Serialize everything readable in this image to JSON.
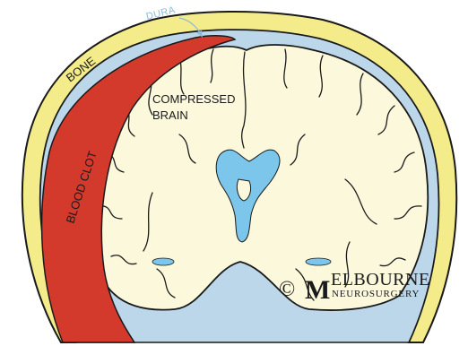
{
  "labels": {
    "dura": "DURA",
    "bone": "BONE",
    "blood_clot": "BLOOD CLOT",
    "brain_line1": "COMPRESSED",
    "brain_line2": "BRAIN"
  },
  "watermark": {
    "copyright": "©",
    "initial": "M",
    "word": "ELBOURNE",
    "subline": "NEUROSURGERY"
  },
  "colors": {
    "bone": "#f4ec8a",
    "dura": "#bcd6ea",
    "csf": "#7cc6ec",
    "brain": "#fbf8dc",
    "clot": "#d33a2c",
    "outline": "#1a1a1a"
  }
}
